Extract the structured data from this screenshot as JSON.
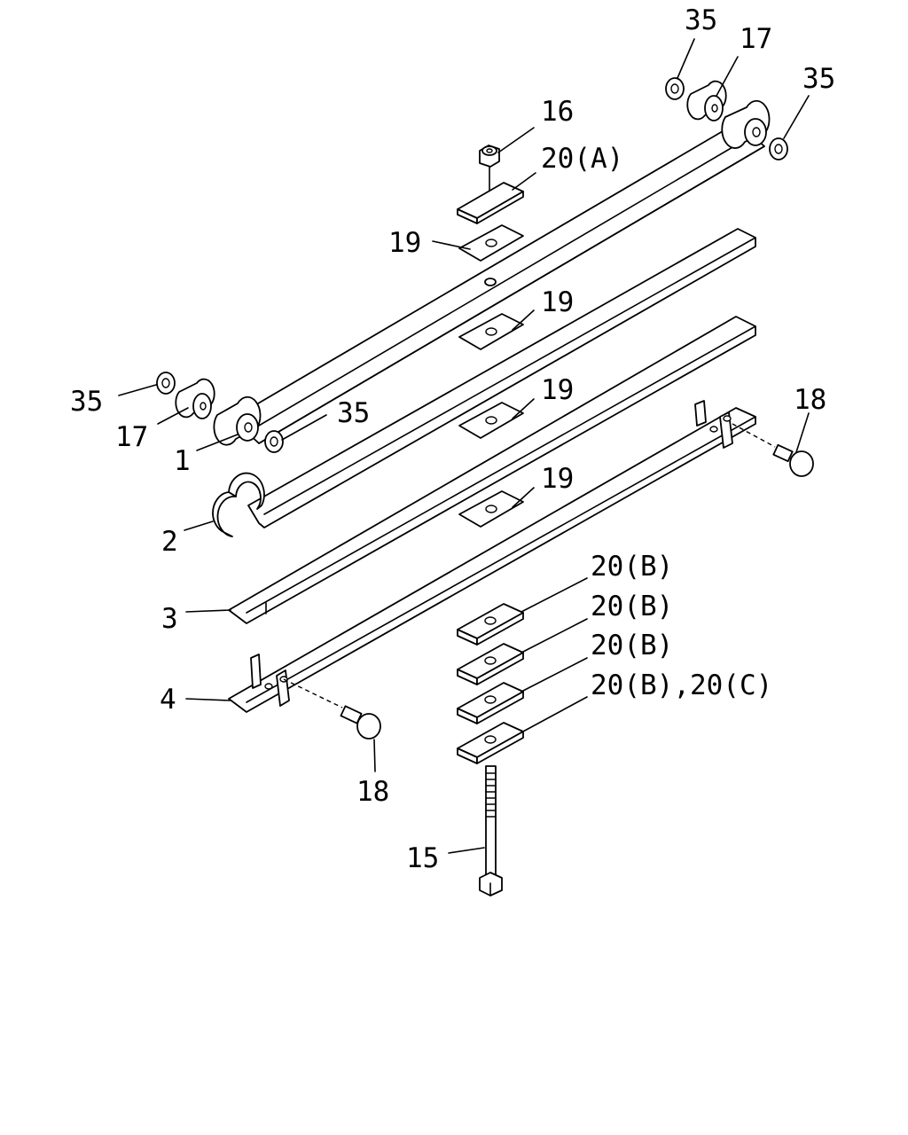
{
  "callouts": {
    "c35_top_left": "35",
    "c17_top": "17",
    "c35_top_right": "35",
    "c16": "16",
    "c20a": "20(A)",
    "c19_a": "19",
    "c19_b": "19",
    "c19_c": "19",
    "c19_d": "19",
    "c35_mid_left": "35",
    "c17_mid": "17",
    "c1": "1",
    "c35_mid": "35",
    "c18_right": "18",
    "c2": "2",
    "c3": "3",
    "c4": "4",
    "c20b_1": "20(B)",
    "c20b_2": "20(B)",
    "c20b_3": "20(B)",
    "c20bc": "20(B),20(C)",
    "c18_bottom": "18",
    "c15": "15"
  },
  "colors": {
    "line": "#000000",
    "background": "#ffffff"
  }
}
